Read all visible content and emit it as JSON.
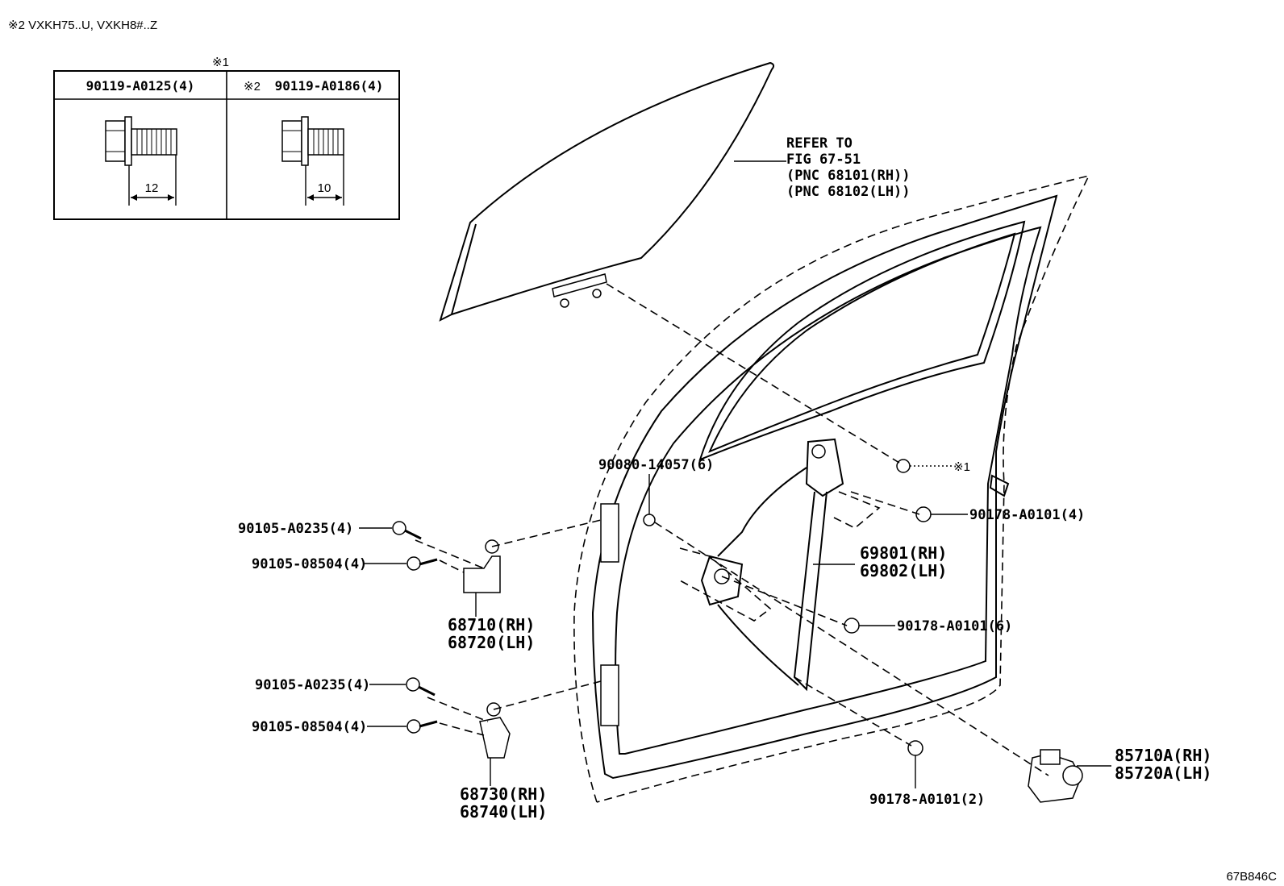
{
  "header_note": "※2 VXKH75..U, VXKH8#..Z",
  "figure_code": "67B846C",
  "bolt_table": {
    "marker": "※1",
    "columns": [
      {
        "part": "90119-A0125(4)",
        "note": "",
        "length": "12"
      },
      {
        "part": "90119-A0186(4)",
        "note": "※2",
        "length": "10"
      }
    ]
  },
  "glass_reference": [
    "REFER TO",
    "FIG 67-51",
    "(PNC 68101(RH))",
    "(PNC 68102(LH))"
  ],
  "callouts": {
    "bolt_90080": "90080-14057(6)",
    "ref_marker_1": "※1",
    "nut_upper": "90178-A0101(4)",
    "regulator_rh": "69801(RH)",
    "regulator_lh": "69802(LH)",
    "nut_middle": "90178-A0101(6)",
    "nut_lower": "90178-A0101(2)",
    "upper_hinge_bolt_a": "90105-A0235(4)",
    "upper_hinge_bolt_b": "90105-08504(4)",
    "upper_hinge_rh": "68710(RH)",
    "upper_hinge_lh": "68720(LH)",
    "lower_hinge_bolt_a": "90105-A0235(4)",
    "lower_hinge_bolt_b": "90105-08504(4)",
    "lower_hinge_rh": "68730(RH)",
    "lower_hinge_lh": "68740(LH)",
    "motor_rh": "85710A(RH)",
    "motor_lh": "85720A(LH)"
  }
}
